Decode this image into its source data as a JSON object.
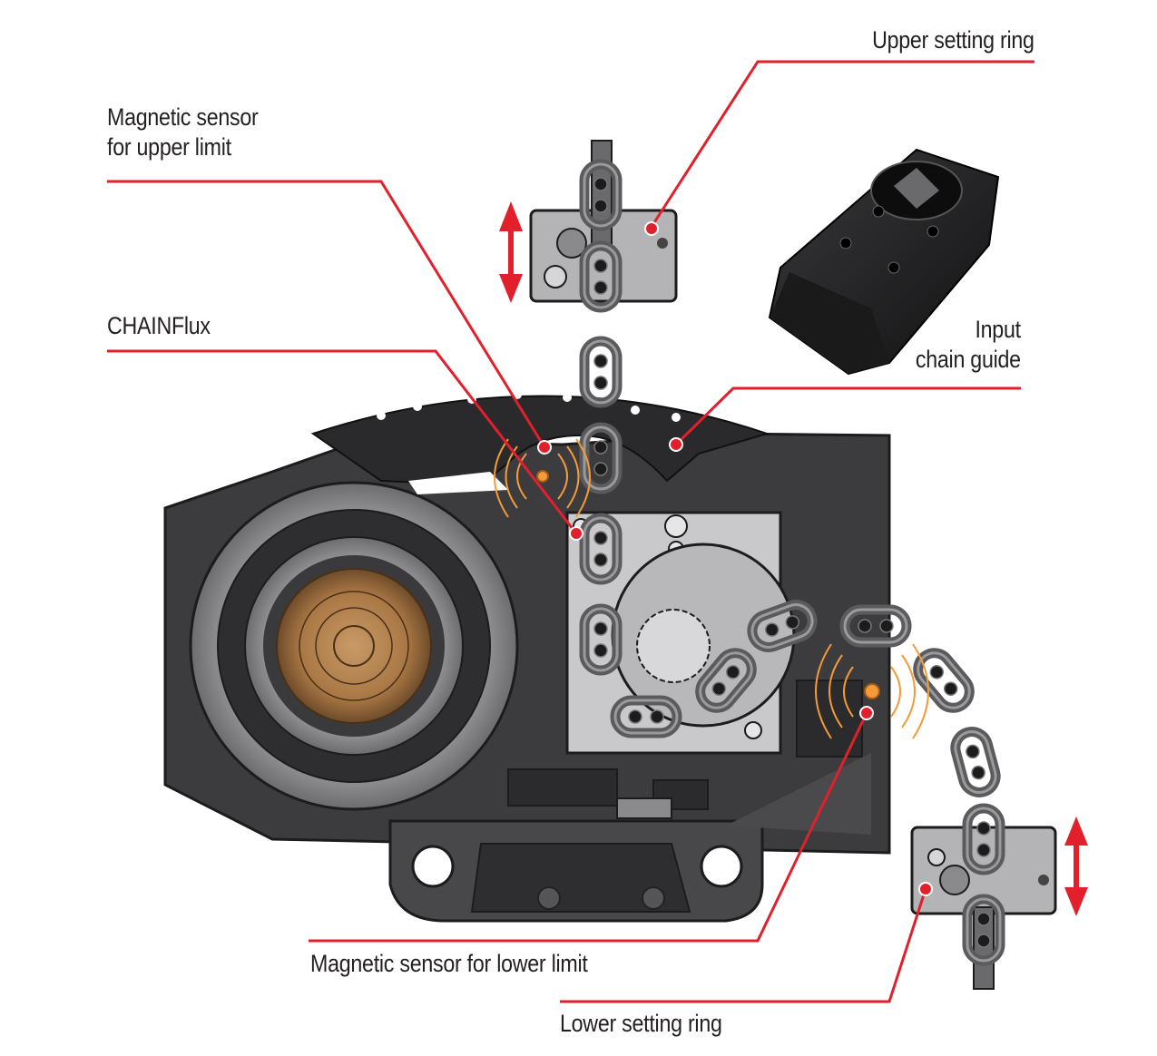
{
  "labels": {
    "upper_setting_ring": "Upper setting ring",
    "magnetic_sensor_upper": [
      "Magnetic sensor",
      "for upper limit"
    ],
    "chainflux": "CHAINFlux",
    "input_chain_guide": [
      "Input",
      "chain guide"
    ],
    "magnetic_sensor_lower": "Magnetic sensor for lower limit",
    "lower_setting_ring": "Lower setting ring"
  },
  "colors": {
    "leader_line": "#e1202b",
    "arrow": "#e1202b",
    "housing": "#3c3c3e",
    "housing_light": "#8a8a8c",
    "chain": "#5b5b5e",
    "sensor_wave": "#f39a3a",
    "bearing_core": "#a87744",
    "text": "#231f20"
  },
  "icons": [
    "double-arrow-icon",
    "chain-icon",
    "sensor-wave-icon"
  ]
}
